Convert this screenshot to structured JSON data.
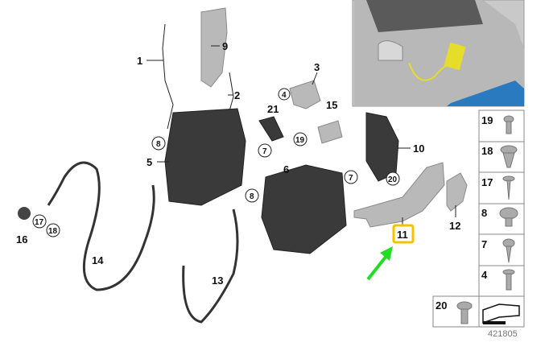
{
  "diagram_id": "421805",
  "highlight_color": "#f2c400",
  "arrow_color": "#22dd22",
  "callouts": {
    "p1": "1",
    "p2": "2",
    "p3": "3",
    "p4": "4",
    "p5": "5",
    "p6": "6",
    "p7a": "7",
    "p7b": "7",
    "p8a": "8",
    "p8b": "8",
    "p9": "9",
    "p10": "10",
    "p11": "11",
    "p12": "12",
    "p13": "13",
    "p14": "14",
    "p15": "15",
    "p16": "16",
    "p17": "17",
    "p18": "18",
    "p19": "19",
    "p20": "20",
    "p21": "21"
  },
  "fastener_table": [
    "19",
    "18",
    "17",
    "8",
    "7",
    "4",
    "20"
  ]
}
